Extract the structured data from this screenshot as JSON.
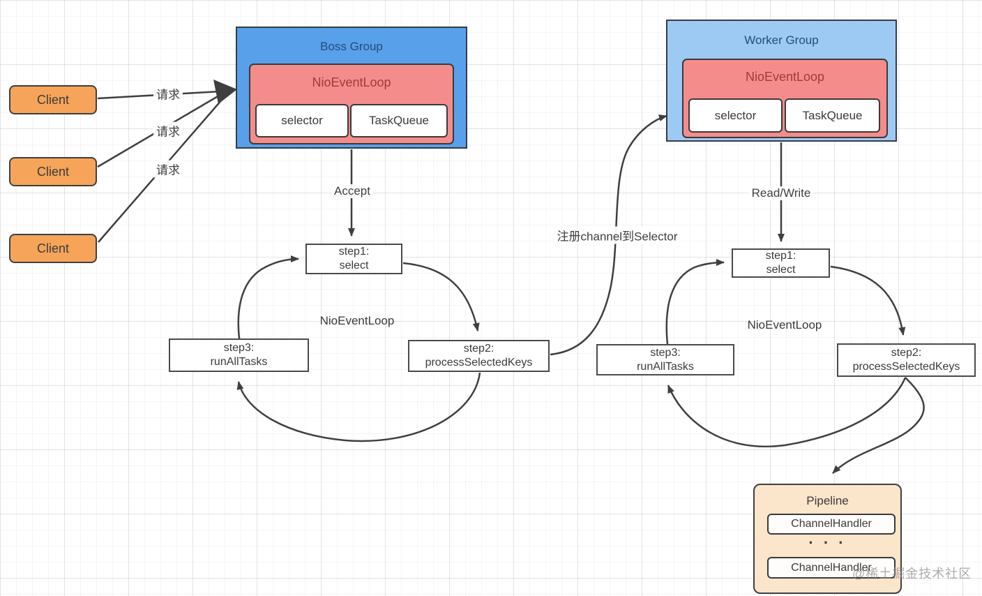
{
  "clients": [
    {
      "label": "Client"
    },
    {
      "label": "Client"
    },
    {
      "label": "Client"
    }
  ],
  "request_labels": [
    "请求",
    "请求",
    "请求"
  ],
  "boss_group": {
    "title": "Boss Group",
    "nio_event_loop": "NioEventLoop",
    "selector": "selector",
    "task_queue": "TaskQueue"
  },
  "worker_group": {
    "title": "Worker Group",
    "nio_event_loop": "NioEventLoop",
    "selector": "selector",
    "task_queue": "TaskQueue"
  },
  "flow_labels": {
    "accept": "Accept",
    "read_write": "Read/Write",
    "register_channel": "注册channel到Selector"
  },
  "boss_loop": {
    "label": "NioEventLoop",
    "step1_line1": "step1:",
    "step1_line2": "select",
    "step2_line1": "step2:",
    "step2_line2": "processSelectedKeys",
    "step3_line1": "step3:",
    "step3_line2": "runAllTasks"
  },
  "worker_loop": {
    "label": "NioEventLoop",
    "step1_line1": "step1:",
    "step1_line2": "select",
    "step2_line1": "step2:",
    "step2_line2": "processSelectedKeys",
    "step3_line1": "step3:",
    "step3_line2": "runAllTasks"
  },
  "pipeline": {
    "title": "Pipeline",
    "handler1": "ChannelHandler",
    "dots": "· · ·",
    "handler2": "ChannelHandler"
  },
  "watermark": "@稀土掘金技术社区",
  "colors": {
    "client_fill": "#F6A45A",
    "boss_fill": "#58A0EA",
    "worker_fill": "#9CCAF3",
    "event_loop_fill": "#F58C8C",
    "event_loop_text": "#9E3B3B",
    "group_title_text": "#1E4E79",
    "pipeline_fill": "#FBE5CB",
    "stroke": "#3F3F3F"
  }
}
